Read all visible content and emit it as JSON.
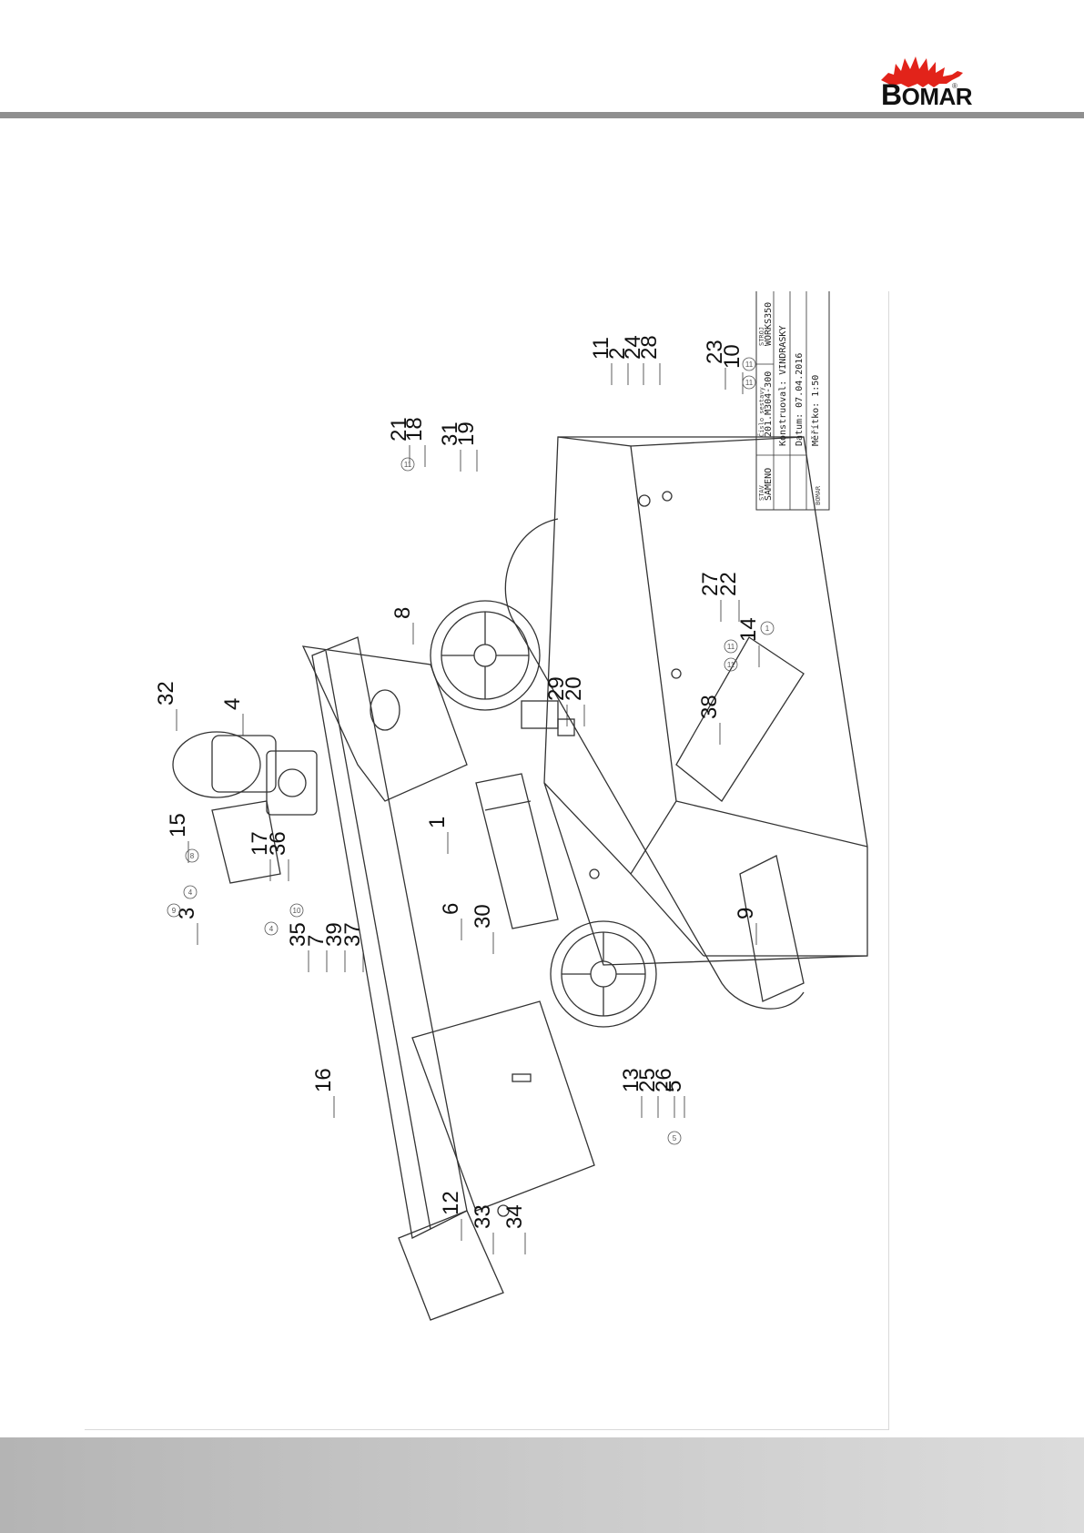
{
  "brand": {
    "name": "BOMAR",
    "name_first": "B",
    "name_rest": "OMAR",
    "registered": "®"
  },
  "callouts": [
    "1",
    "2",
    "3",
    "4",
    "5",
    "6",
    "7",
    "8",
    "9",
    "10",
    "11",
    "12",
    "13",
    "14",
    "15",
    "16",
    "17",
    "18",
    "19",
    "20",
    "21",
    "22",
    "23",
    "24",
    "25",
    "26",
    "27",
    "28",
    "29",
    "30",
    "31",
    "32",
    "33",
    "34",
    "35",
    "36",
    "37",
    "38",
    "39"
  ],
  "circled": {
    "c1": "1",
    "c4a": "4",
    "c4b": "4",
    "c5": "5",
    "c8": "8",
    "c9": "9",
    "c10": "10",
    "c11a": "11",
    "c11b": "11",
    "c11c": "11",
    "c11d": "11",
    "c11e": "11"
  },
  "title_block": {
    "stav_label": "STAV",
    "stav": "SAMENO",
    "cislo_label": "Číslo sestavy",
    "cislo": "201.M304-300",
    "stroj_label": "STROJ",
    "stroj": "WORKS350",
    "konstruoval": "Konstruoval: VINDRASKY",
    "datum": "Datum: 07.04.2016",
    "meritko": "Měřítko: 1:50",
    "logo": "BOMAR"
  }
}
